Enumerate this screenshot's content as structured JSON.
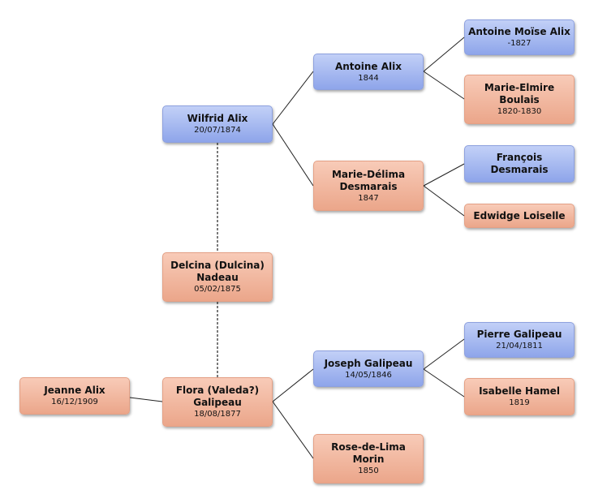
{
  "people": {
    "jeanne": {
      "name": "Jeanne Alix",
      "date": "16/12/1909",
      "gender": "female"
    },
    "wilfrid": {
      "name": "Wilfrid Alix",
      "date": "20/07/1874",
      "gender": "male"
    },
    "delcina": {
      "name": "Delcina (Dulcina)\nNadeau",
      "date": "05/02/1875",
      "gender": "female"
    },
    "flora": {
      "name": "Flora (Valeda?)\nGalipeau",
      "date": "18/08/1877",
      "gender": "female"
    },
    "antoine": {
      "name": "Antoine Alix",
      "date": "1844",
      "gender": "male"
    },
    "marie_delima": {
      "name": "Marie-Délima\nDesmarais",
      "date": "1847",
      "gender": "female"
    },
    "joseph": {
      "name": "Joseph Galipeau",
      "date": "14/05/1846",
      "gender": "male"
    },
    "rose": {
      "name": "Rose-de-Lima\nMorin",
      "date": "1850",
      "gender": "female"
    },
    "antoine_moise": {
      "name": "Antoine Moïse Alix",
      "date": "-1827",
      "gender": "male"
    },
    "marie_elmire": {
      "name": "Marie-Elmire\nBoulais",
      "date": "1820-1830",
      "gender": "female"
    },
    "francois": {
      "name": "François\nDesmarais",
      "date": "",
      "gender": "male"
    },
    "edwidge": {
      "name": "Edwidge Loiselle",
      "date": "",
      "gender": "female"
    },
    "pierre": {
      "name": "Pierre Galipeau",
      "date": "21/04/1811",
      "gender": "male"
    },
    "isabelle": {
      "name": "Isabelle Hamel",
      "date": "1819",
      "gender": "female"
    }
  },
  "colors": {
    "male": "#9fb3ee",
    "female": "#efb39a",
    "line": "#222222"
  }
}
